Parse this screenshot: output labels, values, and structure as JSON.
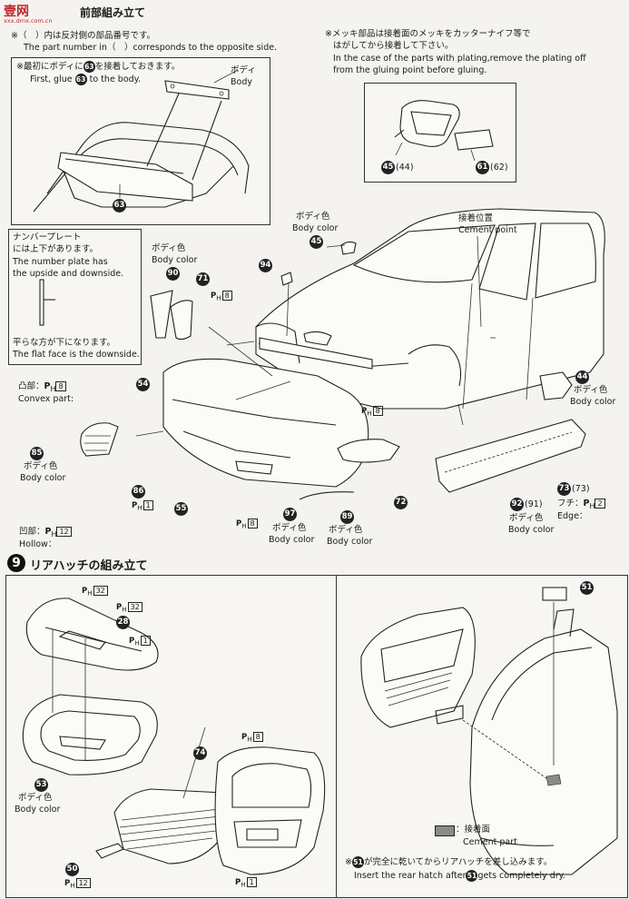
{
  "watermark": {
    "logo_text": "壹网",
    "logo_sub": "xxx.dmx.com.cn"
  },
  "step8": {
    "title": "前部組み立て",
    "paren_note_jp": "※（　）内は反対側の部品番号です。",
    "paren_note_en": "The part number in（　）corresponds to the opposite side.",
    "plating_note_jp1": "※メッキ部品は接着面のメッキをカッターナイフ等で",
    "plating_note_jp2": "はがしてから接着して下さい。",
    "plating_note_en1": "In the case of the parts with plating,remove the plating off",
    "plating_note_en2": "from the gluing point before gluing.",
    "glue_first_jp": "※最初にボディに",
    "glue_first_jp_end": "を接着しておきます。",
    "glue_first_en": "First, glue",
    "glue_first_en_end": "to the body.",
    "body_jp": "ボディ",
    "body_en": "Body",
    "numberplate_jp1": "ナンバープレート",
    "numberplate_jp2": "には上下があります。",
    "numberplate_en1": "The number plate has",
    "numberplate_en2": "the upside and downside.",
    "flat_jp": "平らな方が下になります。",
    "flat_en": "The flat face is the downside.",
    "convex_jp": "凸部：",
    "convex_en": "Convex part:",
    "hollow_jp": "凹部：",
    "hollow_en": "Hollow：",
    "body_color_jp": "ボディ色",
    "body_color_en": "Body color",
    "cement_point_jp": "接着位置",
    "cement_point_en": "Cement point",
    "edge_jp": "フチ：",
    "edge_en": "Edge：",
    "parts": {
      "p63": "63",
      "p45": "45",
      "p44": "44",
      "p61": "61",
      "p62": "62",
      "p94": "94",
      "p90": "90",
      "p71": "71",
      "p54": "54",
      "p85": "85",
      "p86": "86",
      "p55": "55",
      "p97": "97",
      "p89": "89",
      "p72": "72",
      "p92": "92",
      "p91": "91",
      "p73": "73"
    },
    "paint": {
      "ph_label": "P",
      "ph_sub": "H",
      "ph8": "8",
      "ph1": "1",
      "ph12": "12",
      "ph2": "2"
    }
  },
  "step9": {
    "number": "9",
    "title": "リアハッチの組み立て",
    "parts": {
      "p28": "28",
      "p53": "53",
      "p74": "74",
      "p50": "50",
      "p51": "51"
    },
    "paint": {
      "ph32": "32",
      "ph1": "1",
      "ph8": "8",
      "ph12": "12"
    },
    "cement_legend_jp": "：接着面",
    "cement_legend_en": "Cement part",
    "insert_note_jp_pre": "※",
    "insert_note_jp": "が完全に乾いてからリアハッチを差し込みます。",
    "insert_note_en_pre": "Insert the rear hatch after",
    "insert_note_en_post": "gets completely dry."
  }
}
